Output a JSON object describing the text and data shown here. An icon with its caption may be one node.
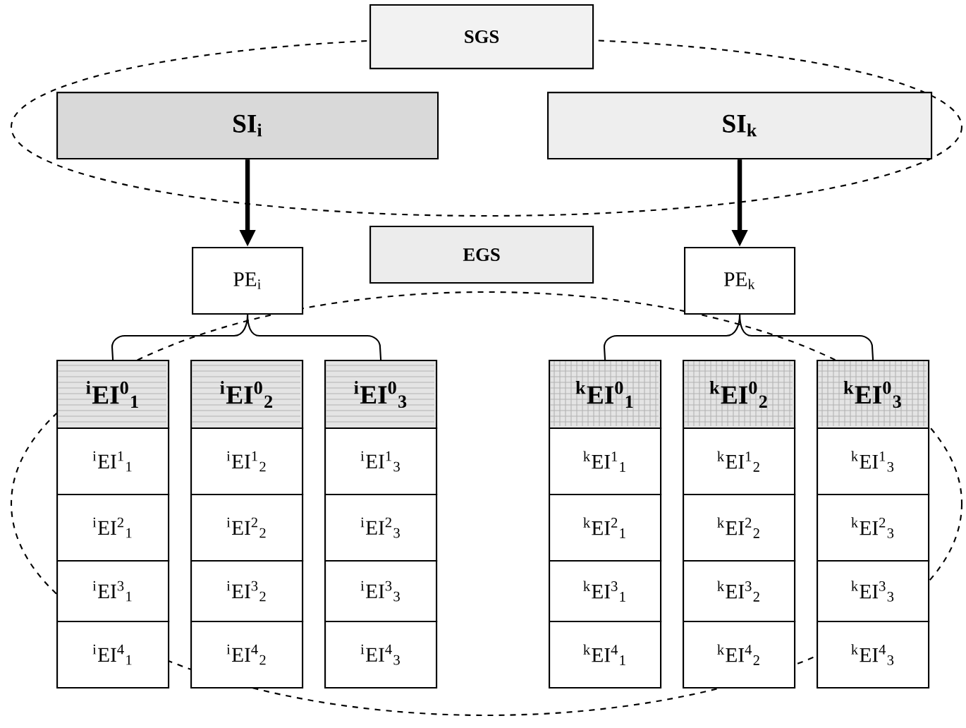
{
  "diagram": {
    "nodes": [
      {
        "text": [
          "SGS"
        ]
      },
      {
        "text": [
          "SI$_{i}$"
        ]
      },
      {
        "text": [
          "SI$_{k}$"
        ]
      },
      {
        "text": [
          "EGS"
        ]
      },
      {
        "text": [
          "PE$_{i}$"
        ]
      },
      {
        "text": [
          "PE$_{k}$"
        ]
      },
      {
        "text": [
          "$^{i}$EI$^{0}$$_{1}$"
        ]
      },
      {
        "text": [
          "$^{i}$EI$^{1}$$_{1}$"
        ]
      },
      {
        "text": [
          "$^{i}$EI$^{2}$$_{1}$"
        ]
      },
      {
        "text": [
          "$^{i}$EI$^{3}$$_{1}$"
        ]
      },
      {
        "text": [
          "$^{i}$EI$^{4}$$_{1}$"
        ]
      },
      {
        "text": [
          "$^{i}$EI$^{0}$$_{2}$"
        ]
      },
      {
        "text": [
          "$^{i}$EI$^{1}$$_{2}$"
        ]
      },
      {
        "text": [
          "$^{i}$EI$^{2}$$_{2}$"
        ]
      },
      {
        "text": [
          "$^{i}$EI$^{3}$$_{2}$"
        ]
      },
      {
        "text": [
          "$^{i}$EI$^{4}$$_{2}$"
        ]
      },
      {
        "text": [
          "$^{i}$EI$^{0}$$_{3}$"
        ]
      },
      {
        "text": [
          "$^{i}$EI$^{1}$$_{3}$"
        ]
      },
      {
        "text": [
          "$^{i}$EI$^{2}$$_{3}$"
        ]
      },
      {
        "text": [
          "$^{i}$EI$^{3}$$_{3}$"
        ]
      },
      {
        "text": [
          "$^{i}$EI$^{4}$$_{3}$"
        ]
      },
      {
        "text": [
          "$^{k}$EI$^{0}$$_{1}$"
        ]
      },
      {
        "text": [
          "$^{k}$EI$^{1}$$_{1}$"
        ]
      },
      {
        "text": [
          "$^{k}$EI$^{2}$$_{1}$"
        ]
      },
      {
        "text": [
          "$^{k}$EI$^{3}$$_{1}$"
        ]
      },
      {
        "text": [
          "$^{k}$EI$^{4}$$_{1}$"
        ]
      },
      {
        "text": [
          "$^{k}$EI$^{0}$$_{2}$"
        ]
      },
      {
        "text": [
          "$^{k}$EI$^{1}$$_{2}$"
        ]
      },
      {
        "text": [
          "$^{k}$EI$^{2}$$_{2}$"
        ]
      },
      {
        "text": [
          "$^{k}$EI$^{3}$$_{2}$"
        ]
      },
      {
        "text": [
          "$^{k}$EI$^{4}$$_{2}$"
        ]
      },
      {
        "text": [
          "$^{k}$EI$^{0}$$_{3}$"
        ]
      },
      {
        "text": [
          "$^{k}$EI$^{1}$$_{3}$"
        ]
      },
      {
        "text": [
          "$^{k}$EI$^{2}$$_{3}$"
        ]
      },
      {
        "text": [
          "$^{k}$EI$^{3}$$_{3}$"
        ]
      },
      {
        "text": [
          "$^{k}$EI$^{4}$$_{3}$"
        ]
      }
    ],
    "edges": [
      {
        "from": 1,
        "to": 4,
        "arrow": "to",
        "style": "thick"
      },
      {
        "from": 2,
        "to": 5,
        "arrow": "to",
        "style": "thick"
      },
      {
        "from": 4,
        "to": 6,
        "arrow": "none"
      },
      {
        "from": 4,
        "to": 16,
        "arrow": "none"
      },
      {
        "from": 5,
        "to": 21,
        "arrow": "none"
      },
      {
        "from": 5,
        "to": 31,
        "arrow": "none"
      }
    ]
  }
}
